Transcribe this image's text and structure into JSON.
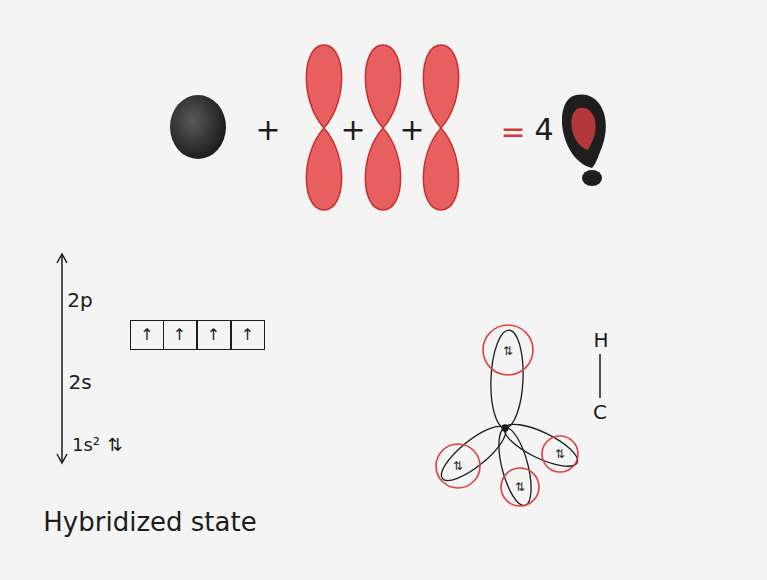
{
  "diagram": {
    "nodes": [
      {
        "text": [
          "↑"
        ]
      },
      {
        "text": [
          "↑"
        ]
      },
      {
        "text": [
          "↑"
        ]
      },
      {
        "text": [
          "↑"
        ]
      }
    ],
    "labels": [
      "+",
      "+",
      "+",
      "=",
      "4",
      "2p",
      "2s",
      "1s²",
      "⇅",
      "Hybridized state",
      "⇅",
      "⇅",
      "⇅",
      "⇅",
      "H",
      "C"
    ]
  }
}
